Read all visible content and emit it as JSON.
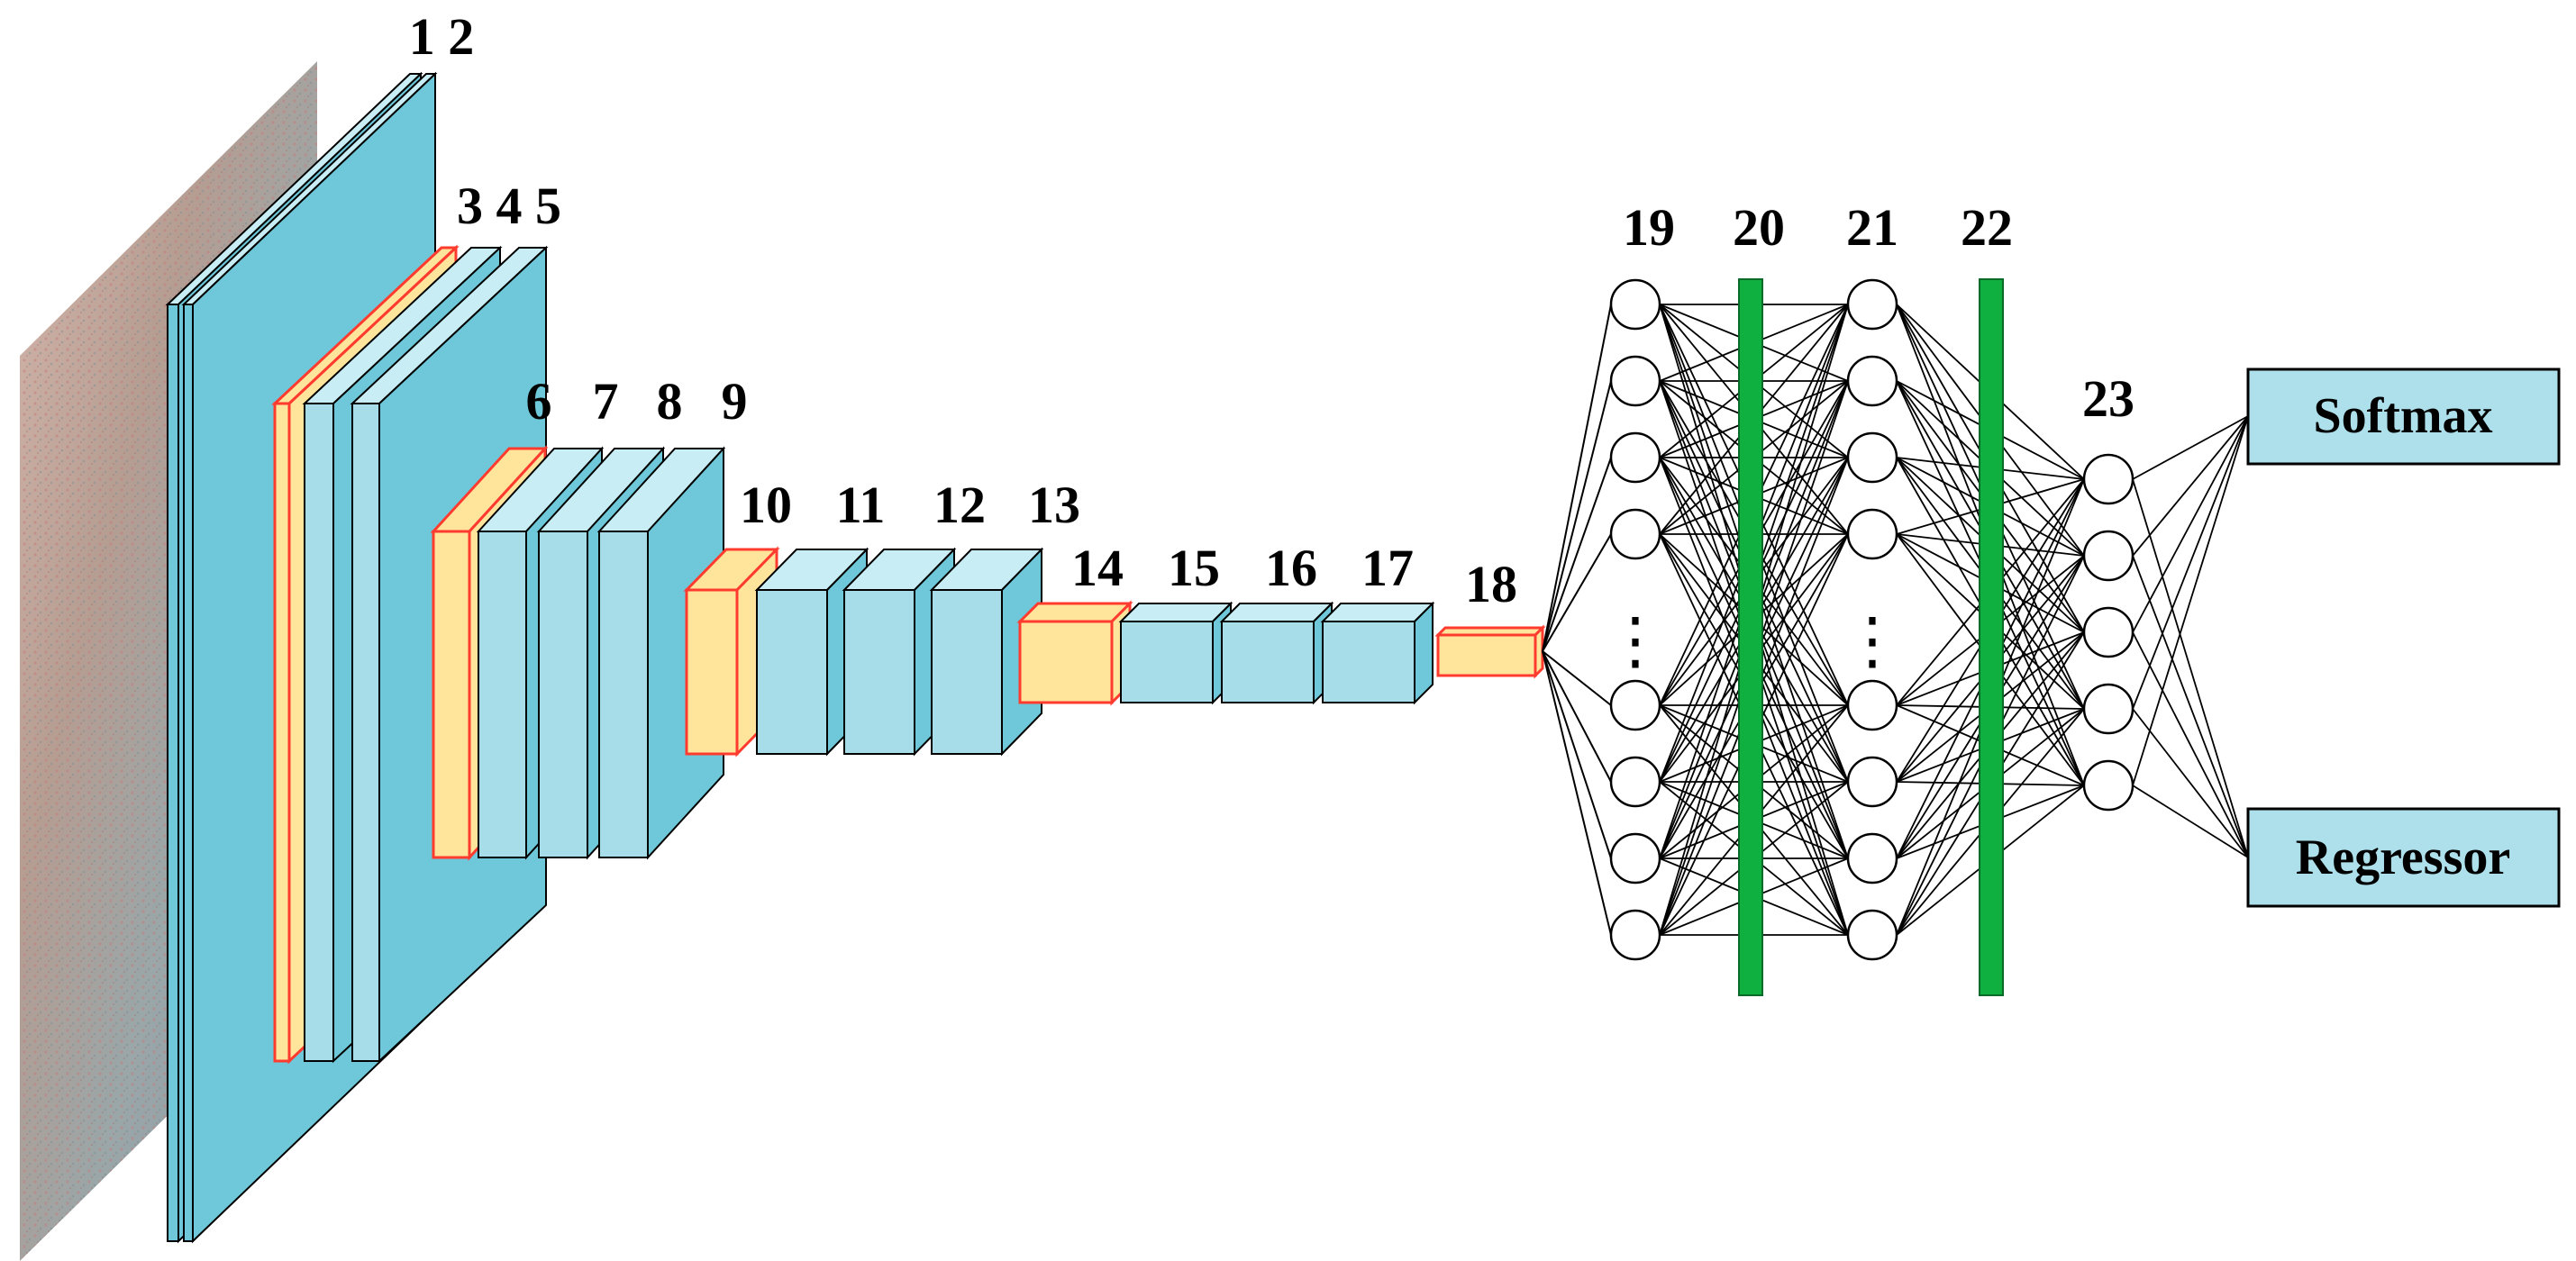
{
  "colors": {
    "conv": "#6EC8DA",
    "conv_light": "#A7DDE8",
    "conv_top": "#C9EDF4",
    "pool": "#FFE49B",
    "pool_edge": "#FF3B2F",
    "dropout": "#10B040",
    "output_box": "#AEE0EB",
    "line": "#000000"
  },
  "layers": [
    {
      "id": "1",
      "kind": "conv"
    },
    {
      "id": "2",
      "kind": "conv"
    },
    {
      "id": "3",
      "kind": "pool"
    },
    {
      "id": "4",
      "kind": "conv"
    },
    {
      "id": "5",
      "kind": "conv"
    },
    {
      "id": "6",
      "kind": "pool"
    },
    {
      "id": "7",
      "kind": "conv"
    },
    {
      "id": "8",
      "kind": "conv"
    },
    {
      "id": "9",
      "kind": "conv"
    },
    {
      "id": "10",
      "kind": "pool"
    },
    {
      "id": "11",
      "kind": "conv"
    },
    {
      "id": "12",
      "kind": "conv"
    },
    {
      "id": "13",
      "kind": "conv"
    },
    {
      "id": "14",
      "kind": "pool"
    },
    {
      "id": "15",
      "kind": "conv"
    },
    {
      "id": "16",
      "kind": "conv"
    },
    {
      "id": "17",
      "kind": "conv"
    },
    {
      "id": "18",
      "kind": "pool"
    },
    {
      "id": "19",
      "kind": "fc",
      "nodes_above_ellipsis": 4,
      "nodes_below_ellipsis": 4
    },
    {
      "id": "20",
      "kind": "dropout"
    },
    {
      "id": "21",
      "kind": "fc",
      "nodes_above_ellipsis": 4,
      "nodes_below_ellipsis": 4
    },
    {
      "id": "22",
      "kind": "dropout"
    },
    {
      "id": "23",
      "kind": "fc",
      "nodes": 5
    }
  ],
  "outputs": {
    "softmax": "Softmax",
    "regressor": "Regressor"
  },
  "labels": {
    "l12": "1 2",
    "l345": "3 4 5",
    "l6": "6",
    "l7": "7",
    "l8": "8",
    "l9": "9",
    "l10": "10",
    "l11": "11",
    "l12b": "12",
    "l13": "13",
    "l14": "14",
    "l15": "15",
    "l16": "16",
    "l17": "17",
    "l18": "18",
    "l19": "19",
    "l20": "20",
    "l21": "21",
    "l22": "22",
    "l23": "23"
  },
  "ellipsis": "⋮"
}
